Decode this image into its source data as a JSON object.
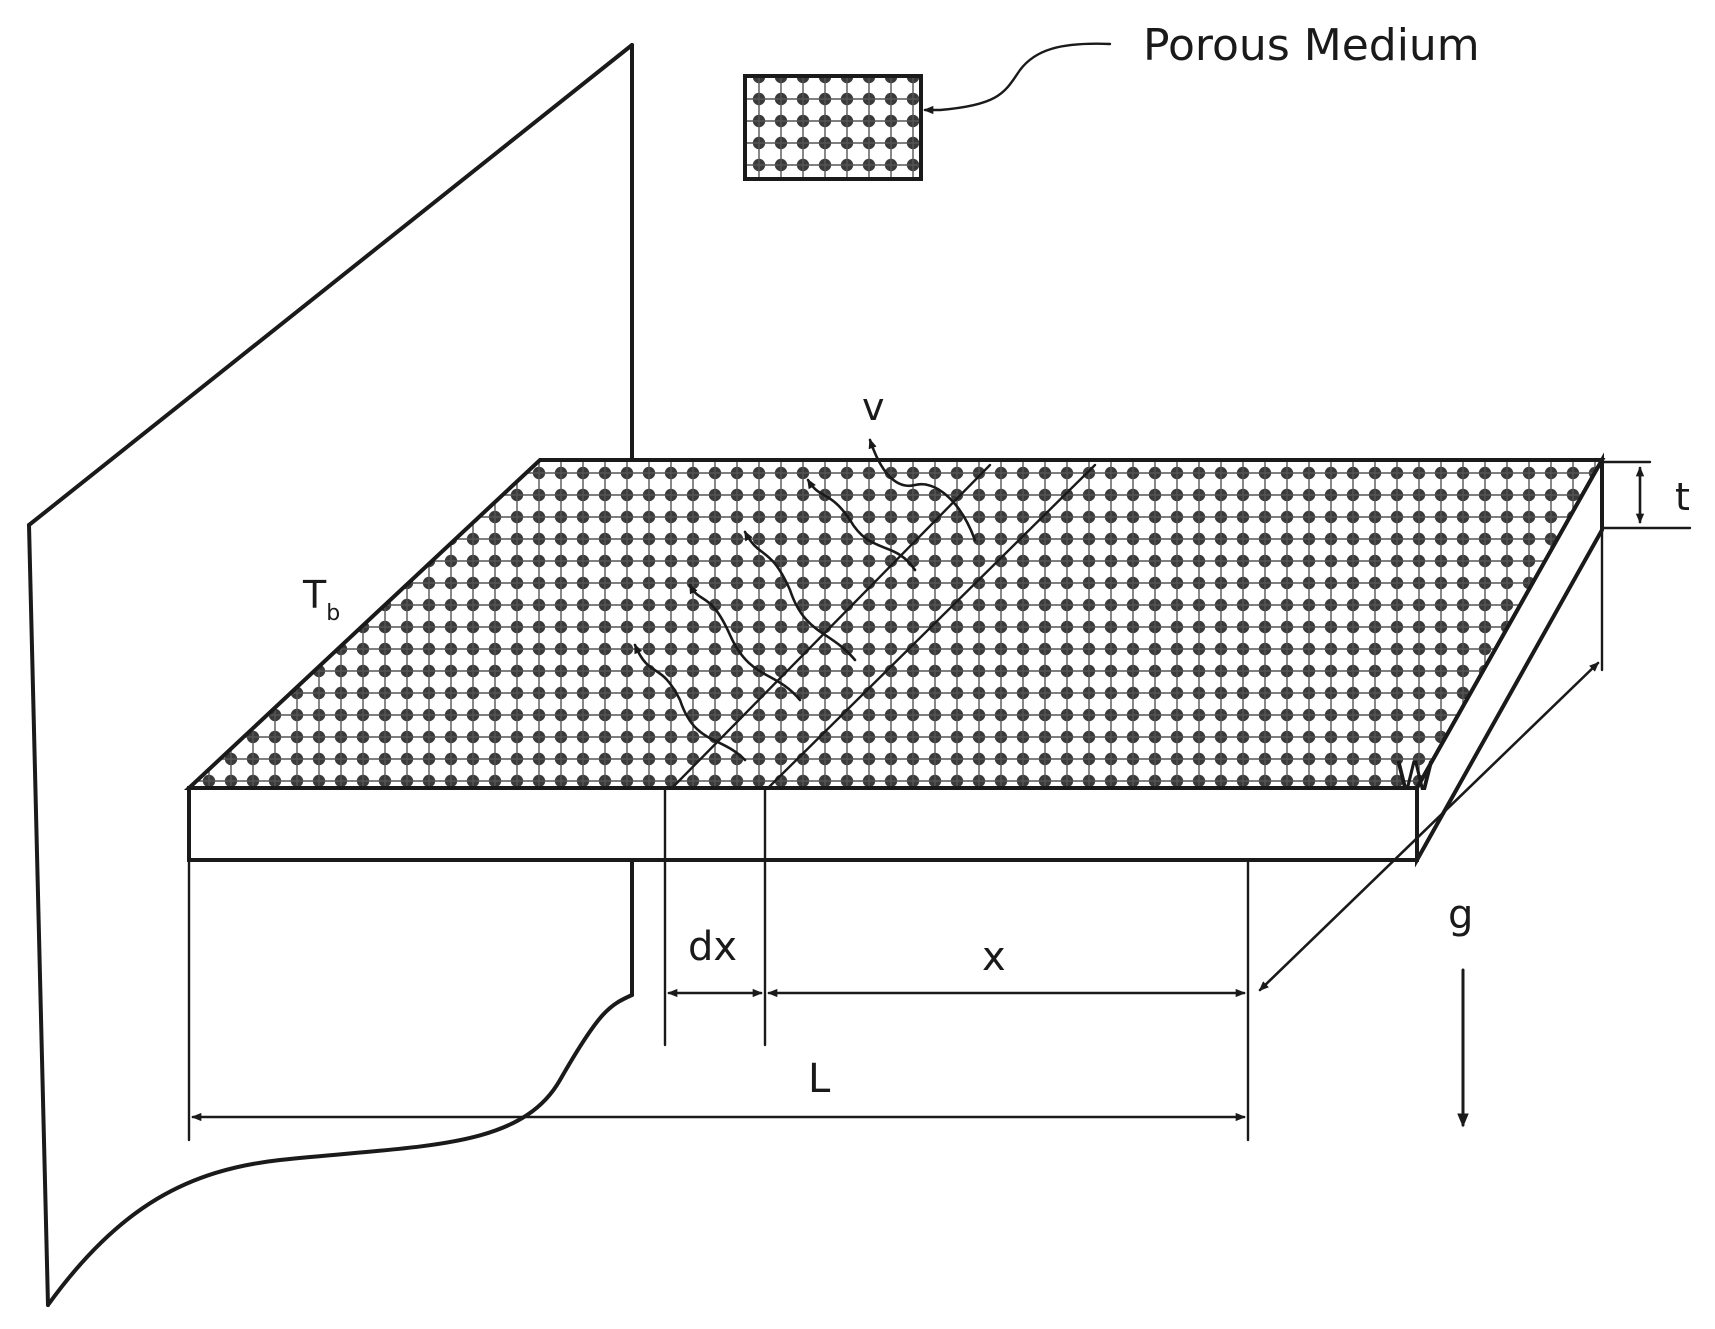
{
  "labels": {
    "porous_medium": "Porous Medium",
    "v": "v",
    "t": "t",
    "tb_main": "T",
    "tb_sub": "b",
    "w": "W",
    "g": "g",
    "dx": "dx",
    "x": "x",
    "l": "L"
  },
  "colors": {
    "ink": "#1a1a1a",
    "background": "#ffffff"
  }
}
